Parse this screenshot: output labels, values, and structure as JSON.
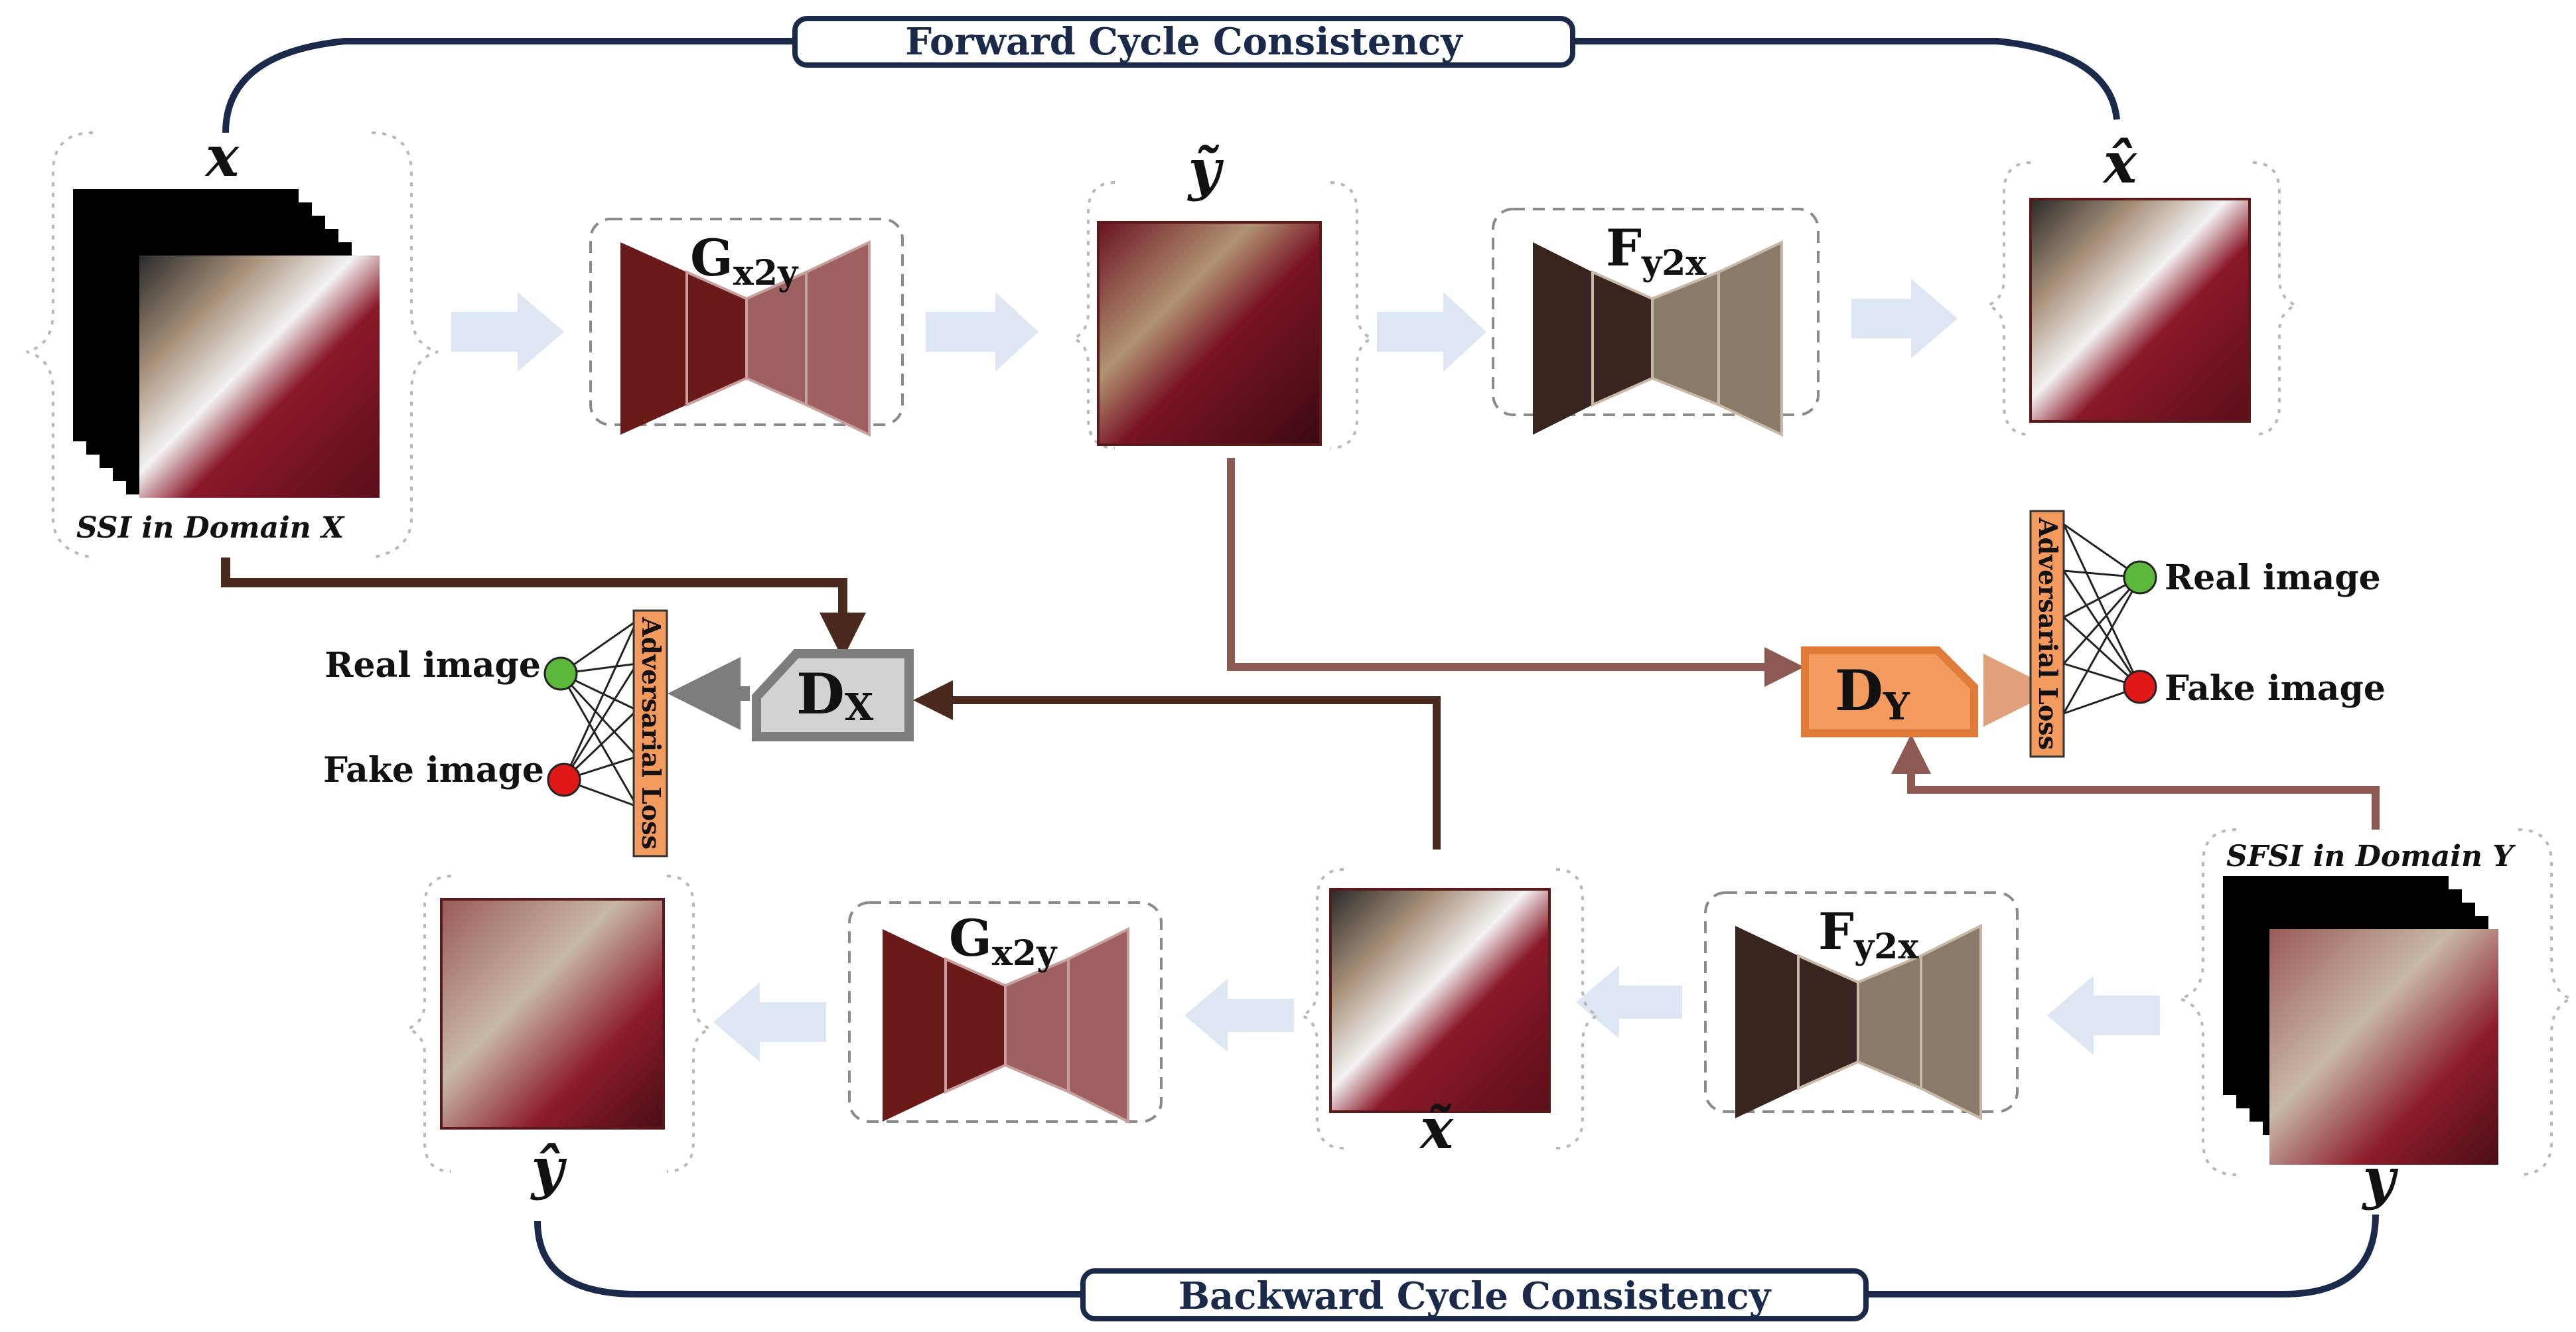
{
  "banners": {
    "forward": "Forward Cycle Consistency",
    "backward": "Backward Cycle Consistency"
  },
  "variables": {
    "x": "x",
    "y_tilde": "ỹ",
    "x_hat": "x̂",
    "x_tilde": "x̃",
    "y_hat": "ŷ",
    "y": "y"
  },
  "captions": {
    "domain_x": "SSI in Domain X",
    "domain_y": "SFSI in Domain Y"
  },
  "generators": {
    "g_main": "G",
    "g_sub": "x2y",
    "f_main": "F",
    "f_sub": "y2x"
  },
  "discriminators": {
    "dx_main": "D",
    "dx_sub": "X",
    "dy_main": "D",
    "dy_sub": "Y"
  },
  "loss": {
    "adversarial": "Adversarial Loss",
    "real": "Real image",
    "fake": "Fake image"
  },
  "colors": {
    "navy": "#1b2a4a",
    "generator_dark": "#6b1a1a",
    "generator_light": "#9e6060",
    "f_dark": "#3a2420",
    "f_light": "#8a7a6a",
    "dx_fill": "#d2d2d2",
    "dx_stroke": "#7d7d7d",
    "dy_fill": "#f39a5e",
    "dy_stroke": "#e07b3a",
    "loss_fill": "#f39a5e",
    "real_node": "#5cb83a",
    "fake_node": "#e01818",
    "flow_arrow": "#dde6f2",
    "arrow_dark": "#4a2a1e",
    "arrow_mauve": "#8c5a52"
  }
}
